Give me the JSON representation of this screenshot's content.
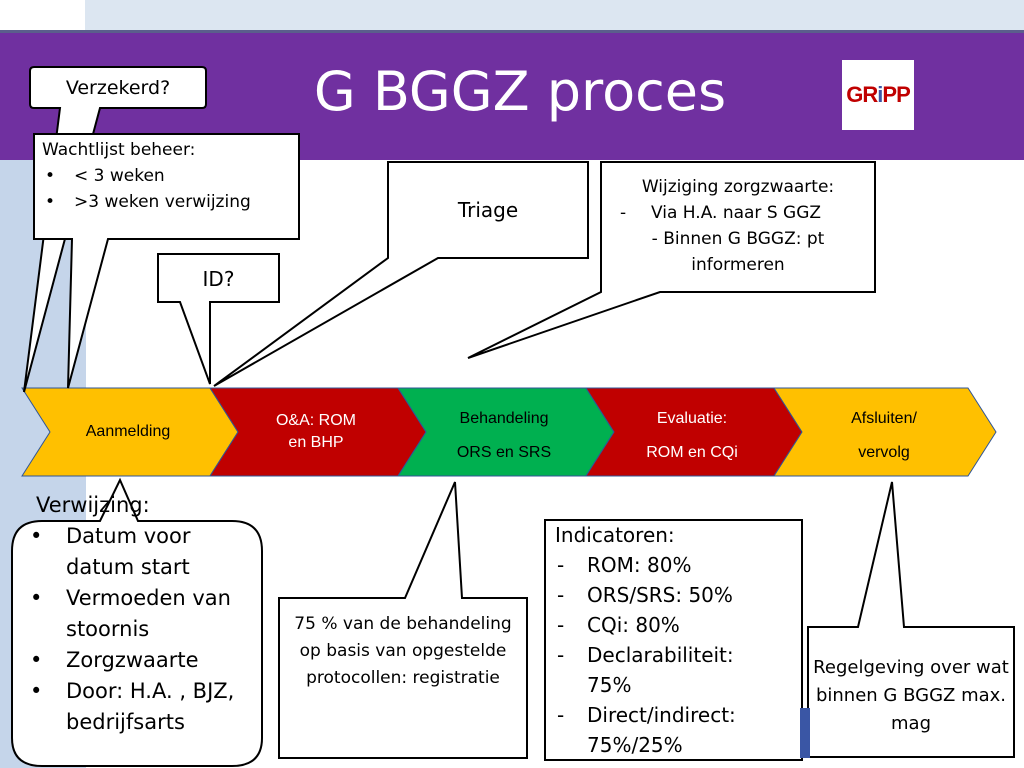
{
  "slide": {
    "title": "G BGGZ proces",
    "logo_text": "GRiPP"
  },
  "callouts": {
    "verzekerd": "Verzekerd?",
    "wachtlijst": {
      "heading": "Wachtlijst beheer:",
      "items": [
        "< 3 weken",
        ">3 weken verwijzing"
      ]
    },
    "triage": "Triage",
    "id": "ID?",
    "wijziging": {
      "line1": "Wijziging zorgzwaarte:",
      "line2": "Via H.A. naar S GGZ",
      "line3": "- Binnen G BGGZ: pt",
      "line4": "informeren"
    },
    "verwijzing": {
      "heading": "Verwijzing:",
      "items": [
        "Datum voor datum start",
        "Vermoeden van stoornis",
        "Zorgzwaarte",
        "Door: H.A. , BJZ, bedrijfsarts"
      ]
    },
    "behandeling_note": "75 % van de behandeling op basis van opgestelde protocollen: registratie",
    "indicatoren": {
      "heading": "Indicatoren:",
      "items": [
        "ROM: 80%",
        "ORS/SRS: 50%",
        "CQi: 80%",
        "Declarabiliteit: 75%",
        "Direct/indirect: 75%/25%"
      ]
    },
    "regelgeving": "Regelgeving over wat binnen G BGGZ max. mag"
  },
  "process": [
    {
      "line1": "Aanmelding",
      "line2": "",
      "color": "#ffc000",
      "text_color": "#000000"
    },
    {
      "line1": "O&A: ROM",
      "line2": "en BHP",
      "color": "#c00000",
      "text_color": "#ffffff"
    },
    {
      "line1": "Behandeling",
      "line2": "ORS en SRS",
      "color": "#00b050",
      "text_color": "#000000"
    },
    {
      "line1": "Evaluatie:",
      "line2": "ROM en CQi",
      "color": "#c00000",
      "text_color": "#ffffff"
    },
    {
      "line1": "Afsluiten/",
      "line2": "vervolg",
      "color": "#ffc000",
      "text_color": "#000000"
    }
  ]
}
